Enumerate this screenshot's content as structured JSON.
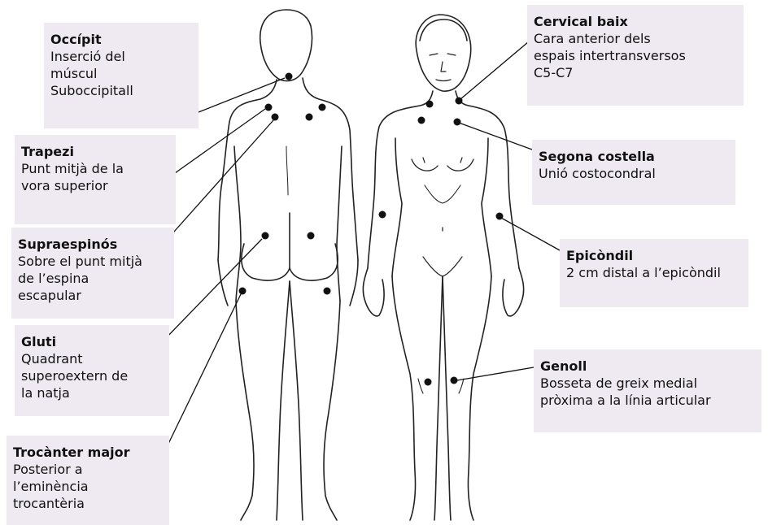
{
  "labels": {
    "occipit": {
      "title": "Occípit",
      "desc": "Inserció del\nmúscul\nSuboccipitall"
    },
    "trapezi": {
      "title": "Trapezi",
      "desc": "Punt mitjà de la\nvora superior"
    },
    "supraespinos": {
      "title": "Supraespinós",
      "desc": "Sobre el punt mitjà\nde l’espina\nescapular"
    },
    "gluti": {
      "title": "Gluti",
      "desc": "Quadrant\nsuperoextern de\nla natja"
    },
    "trocanter": {
      "title": "Trocànter major",
      "desc": "Posterior a\nl’eminència\ntrocantèria"
    },
    "cervical": {
      "title": "Cervical baix",
      "desc": "Cara anterior dels\nespais intertransversos\nC5-C7"
    },
    "costella": {
      "title": "Segona costella",
      "desc": "Unió costocondral"
    },
    "epicondil": {
      "title": "Epicòndil",
      "desc": "2 cm distal a l’epicòndil"
    },
    "genoll": {
      "title": "Genoll",
      "desc": "Bosseta de greix medial\npròxima a la línia articular"
    }
  },
  "colors": {
    "label_background": "#efeaf1",
    "line": "#111111",
    "point": "#111111"
  }
}
